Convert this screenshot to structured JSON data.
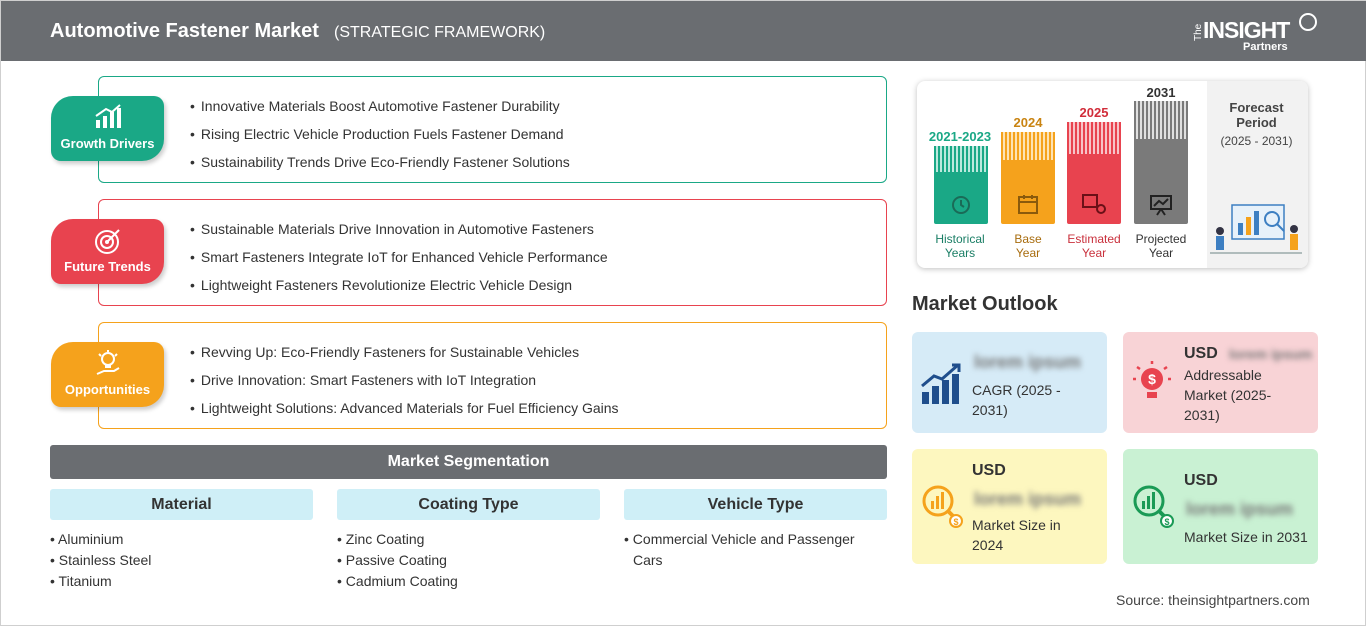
{
  "header": {
    "title": "Automotive Fastener Market",
    "subtitle": "(STRATEGIC FRAMEWORK)",
    "logo": {
      "the": "The",
      "insight": "INSIGHT",
      "partners": "Partners"
    }
  },
  "framework": [
    {
      "label": "Growth Drivers",
      "color": "#1aa886",
      "items": [
        "Innovative Materials Boost Automotive Fastener Durability",
        "Rising Electric Vehicle Production Fuels Fastener Demand",
        "Sustainability Trends Drive Eco-Friendly Fastener Solutions"
      ]
    },
    {
      "label": "Future Trends",
      "color": "#e8434f",
      "items": [
        "Sustainable Materials Drive Innovation in Automotive Fasteners",
        "Smart Fasteners Integrate IoT for Enhanced Vehicle Performance",
        "Lightweight Fasteners Revolutionize Electric Vehicle Design"
      ]
    },
    {
      "label": "Opportunities",
      "color": "#f5a21c",
      "items": [
        "Revving Up: Eco-Friendly Fasteners for Sustainable Vehicles",
        "Drive Innovation: Smart Fasteners with IoT Integration",
        "Lightweight Solutions: Advanced Materials for Fuel Efficiency Gains"
      ]
    }
  ],
  "segmentation": {
    "title": "Market Segmentation",
    "columns": [
      {
        "header": "Material",
        "items": [
          "Aluminium",
          "Stainless Steel",
          "Titanium"
        ]
      },
      {
        "header": "Coating Type",
        "items": [
          "Zinc Coating",
          "Passive Coating",
          "Cadmium Coating"
        ]
      },
      {
        "header": "Vehicle Type",
        "items": [
          "Commercial Vehicle and Passenger Cars"
        ]
      }
    ]
  },
  "timeline": {
    "bars": [
      {
        "year": "2021-2023",
        "label1": "Historical",
        "label2": "Years",
        "color": "#1aa886",
        "icon": "history-icon"
      },
      {
        "year": "2024",
        "label1": "Base",
        "label2": "Year",
        "color": "#f5a21c",
        "icon": "calendar-icon"
      },
      {
        "year": "2025",
        "label1": "Estimated",
        "label2": "Year",
        "color": "#e8434f",
        "icon": "estimate-icon"
      },
      {
        "year": "2031",
        "label1": "Projected",
        "label2": "Year",
        "color": "#7a7a7a",
        "icon": "projection-icon"
      }
    ],
    "forecast": {
      "line1": "Forecast",
      "line2": "Period",
      "line3": "(2025 - 2031)"
    }
  },
  "outlook": {
    "title": "Market Outlook",
    "cards": [
      {
        "placeholder": "lorem ipsum",
        "text": "CAGR (2025 - 2031)",
        "bg": "#d6ebf7",
        "accent": "#1f4e8c",
        "icon": "growth-chart-icon"
      },
      {
        "usd": "USD",
        "placeholder": "lorem ipsum",
        "text": "Addressable Market (2025-2031)",
        "bg": "#f8d3d6",
        "accent": "#e8434f",
        "icon": "dollar-bulb-icon"
      },
      {
        "usd": "USD",
        "placeholder": "lorem ipsum",
        "text": "Market Size in 2024",
        "bg": "#fdf7bf",
        "accent": "#f5a21c",
        "icon": "market-size-icon"
      },
      {
        "usd": "USD",
        "placeholder": "lorem ipsum",
        "text": "Market Size in 2031",
        "bg": "#c9f1d3",
        "accent": "#1a9a55",
        "icon": "market-forecast-icon"
      }
    ]
  },
  "source": "Source: theinsightpartners.com"
}
